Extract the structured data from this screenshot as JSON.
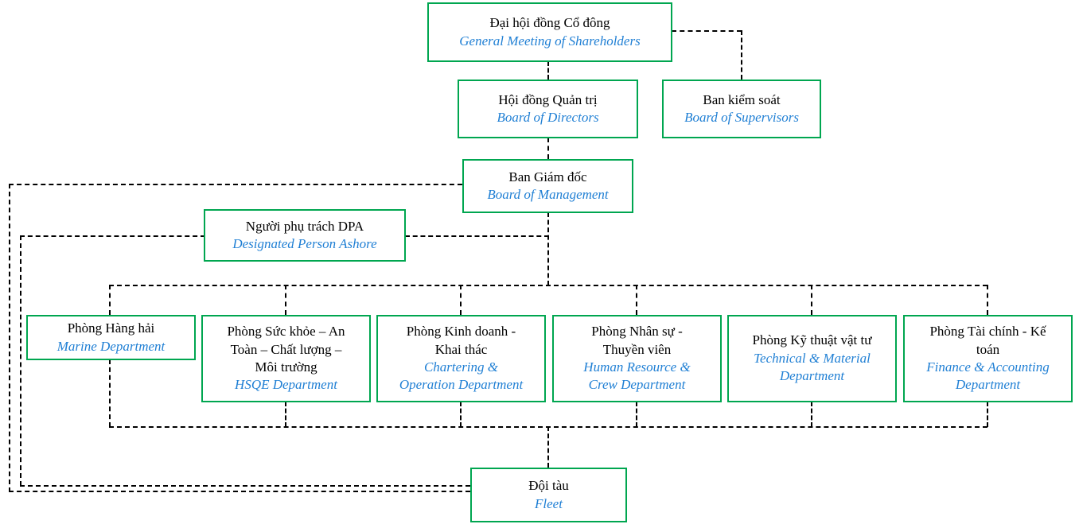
{
  "chart": {
    "title": "Company Organizational Structure",
    "accent_box_color": "#00a650",
    "vietnamese_text_color": "#000000",
    "english_text_color": "#1f7fd4",
    "connector_color": "#000000",
    "connector_style": "dashed"
  },
  "nodes": {
    "shareholders": {
      "vn": "Đại hội đồng Cổ đông",
      "en": "General Meeting of Shareholders"
    },
    "board_of_directors": {
      "vn": "Hội đồng Quản trị",
      "en": "Board of Directors"
    },
    "board_of_supervisors": {
      "vn": "Ban kiểm soát",
      "en": "Board of Supervisors"
    },
    "board_of_management": {
      "vn": "Ban Giám đốc",
      "en": "Board of Management"
    },
    "dpa": {
      "vn": "Người phụ trách DPA",
      "en": "Designated Person Ashore"
    },
    "marine": {
      "vn": "Phòng Hàng hải",
      "en": "Marine Department"
    },
    "hsqe": {
      "vn": "Phòng Sức khỏe – An\nToàn – Chất lượng –\nMôi trường",
      "en": "HSQE Department"
    },
    "chartering": {
      "vn": "Phòng Kinh doanh -\nKhai thác",
      "en": "Chartering &\nOperation Department"
    },
    "hr_crew": {
      "vn": "Phòng Nhân sự -\nThuyền viên",
      "en": "Human Resource &\nCrew Department"
    },
    "technical": {
      "vn": "Phòng Kỹ thuật vật tư",
      "en": "Technical & Material\nDepartment"
    },
    "finance": {
      "vn": "Phòng Tài chính - Kế\ntoán",
      "en": "Finance & Accounting\nDepartment"
    },
    "fleet": {
      "vn": "Đội tàu",
      "en": "Fleet"
    }
  }
}
